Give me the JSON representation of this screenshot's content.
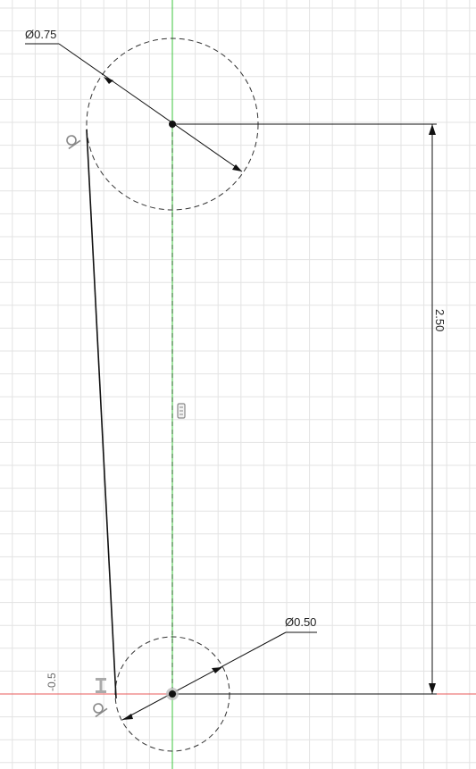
{
  "canvas": {
    "grid_color": "#e3e3e3",
    "grid_major_color": "#cfcfcf",
    "y_axis_color": "#3cc43c",
    "x_axis_color": "#e85a5a",
    "line_color": "#111111",
    "construction_color": "#333333"
  },
  "dimensions": {
    "top_circle_diameter": "Ø0.75",
    "bottom_circle_diameter": "Ø0.50",
    "center_distance": "2.50"
  },
  "axis": {
    "x_tick_label": "-0.5"
  },
  "icons": [
    "tangent-constraint-icon",
    "coincident-constraint-icon",
    "fix-constraint-icon"
  ]
}
